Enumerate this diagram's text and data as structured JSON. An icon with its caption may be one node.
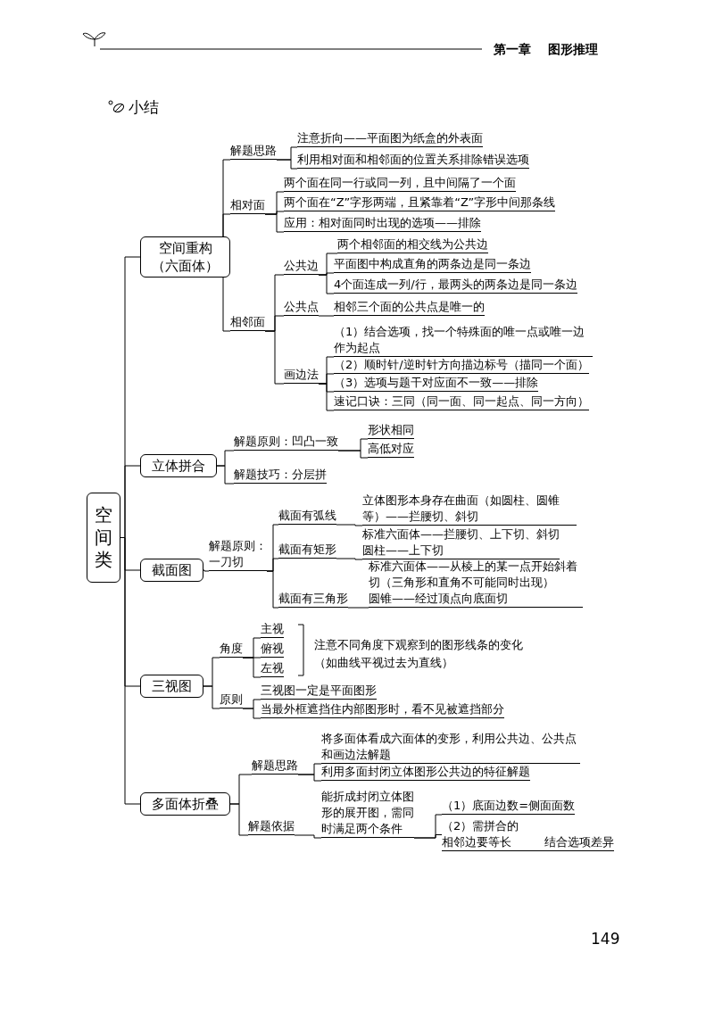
{
  "diagram": {
    "title": "小结",
    "nodes": [
      {
        "text": [
          "空间类"
        ]
      },
      {
        "text": [
          "空间重构（六面体）"
        ]
      },
      {
        "text": [
          "解题思路"
        ]
      },
      {
        "text": [
          "注意折向——平面图为纸盒的外表面"
        ]
      },
      {
        "text": [
          "利用相对面和相邻面的位置关系排除错误选项"
        ]
      },
      {
        "text": [
          "相对面"
        ]
      },
      {
        "text": [
          "两个面在同一行或同一列，且中间隔了一个面"
        ]
      },
      {
        "text": [
          "两个面在“Z”字形两端，且紧靠着“Z”字形中间那条线"
        ]
      },
      {
        "text": [
          "应用：相对面同时出现的选项——排除"
        ]
      },
      {
        "text": [
          "相邻面"
        ]
      },
      {
        "text": [
          "公共边"
        ]
      },
      {
        "text": [
          "两个相邻面的相交线为公共边"
        ]
      },
      {
        "text": [
          "平面图中构成直角的两条边是同一条边"
        ]
      },
      {
        "text": [
          "4个面连成一列/行，最两头的两条边是同一条边"
        ]
      },
      {
        "text": [
          "公共点"
        ]
      },
      {
        "text": [
          "相邻三个面的公共点是唯一的"
        ]
      },
      {
        "text": [
          "画边法"
        ]
      },
      {
        "text": [
          "（1）结合选项，找一个特殊面的唯一点或唯一边作为起点"
        ]
      },
      {
        "text": [
          "（2）顺时针/逆时针方向描边标号（描同一个面）"
        ]
      },
      {
        "text": [
          "（3）选项与题干对应面不一致——排除"
        ]
      },
      {
        "text": [
          "速记口诀：三同（同一面、同一起点、同一方向）"
        ]
      },
      {
        "text": [
          "立体拼合"
        ]
      },
      {
        "text": [
          "解题原则：凹凸一致"
        ]
      },
      {
        "text": [
          "形状相同"
        ]
      },
      {
        "text": [
          "高低对应"
        ]
      },
      {
        "text": [
          "解题技巧：分层拼"
        ]
      },
      {
        "text": [
          "截面图"
        ]
      },
      {
        "text": [
          "解题原则：一刀切"
        ]
      },
      {
        "text": [
          "截面有弧线"
        ]
      },
      {
        "text": [
          "立体图形本身存在曲面（如圆柱、圆锥等）——拦腰切、斜切"
        ]
      },
      {
        "text": [
          "截面有矩形"
        ]
      },
      {
        "text": [
          "标准六面体——拦腰切、上下切、斜切",
          "圆柱——上下切"
        ]
      },
      {
        "text": [
          "截面有三角形"
        ]
      },
      {
        "text": [
          "标准六面体——从棱上的某一点开始斜着切（三角形和直角不可能同时出现）",
          "圆锥——经过顶点向底面切"
        ]
      },
      {
        "text": [
          "三视图"
        ]
      },
      {
        "text": [
          "角度"
        ]
      },
      {
        "text": [
          "主视"
        ]
      },
      {
        "text": [
          "俯视"
        ]
      },
      {
        "text": [
          "左视"
        ]
      },
      {
        "text": [
          "原则"
        ]
      },
      {
        "text": [
          "三视图一定是平面图形"
        ]
      },
      {
        "text": [
          "当最外框遮挡住内部图形时，看不见被遮挡部分"
        ]
      },
      {
        "text": [
          "多面体折叠"
        ]
      },
      {
        "text": [
          "解题思路"
        ]
      },
      {
        "text": [
          "将多面体看成六面体的变形，利用公共边、公共点和画边法解题"
        ]
      },
      {
        "text": [
          "利用多面封闭立体图形公共边的特征解题"
        ]
      },
      {
        "text": [
          "解题依据"
        ]
      },
      {
        "text": [
          "能折成封闭立体图形的展开图，需同时满足两个条件"
        ]
      },
      {
        "text": [
          "（1）底面边数=侧面面数"
        ]
      },
      {
        "text": [
          "（2）需拼合的相邻边要等长",
          "结合选项差异"
        ]
      }
    ],
    "edges": [
      {
        "from": 0,
        "to": 1,
        "arrow": "none"
      },
      {
        "from": 0,
        "to": 21,
        "arrow": "none"
      },
      {
        "from": 0,
        "to": 26,
        "arrow": "none"
      },
      {
        "from": 0,
        "to": 34,
        "arrow": "none"
      },
      {
        "from": 0,
        "to": 42,
        "arrow": "none"
      },
      {
        "from": 1,
        "to": 2,
        "arrow": "none"
      },
      {
        "from": 1,
        "to": 5,
        "arrow": "none"
      },
      {
        "from": 1,
        "to": 9,
        "arrow": "none"
      },
      {
        "from": 2,
        "to": 3,
        "arrow": "none"
      },
      {
        "from": 2,
        "to": 4,
        "arrow": "none"
      },
      {
        "from": 5,
        "to": 6,
        "arrow": "none"
      },
      {
        "from": 5,
        "to": 7,
        "arrow": "none"
      },
      {
        "from": 5,
        "to": 8,
        "arrow": "none"
      },
      {
        "from": 9,
        "to": 10,
        "arrow": "none"
      },
      {
        "from": 9,
        "to": 14,
        "arrow": "none"
      },
      {
        "from": 9,
        "to": 16,
        "arrow": "none"
      },
      {
        "from": 10,
        "to": 11,
        "arrow": "none"
      },
      {
        "from": 10,
        "to": 12,
        "arrow": "none"
      },
      {
        "from": 10,
        "to": 13,
        "arrow": "none"
      },
      {
        "from": 14,
        "to": 15,
        "arrow": "none"
      },
      {
        "from": 16,
        "to": 17,
        "arrow": "none"
      },
      {
        "from": 16,
        "to": 18,
        "arrow": "none"
      },
      {
        "from": 16,
        "to": 19,
        "arrow": "none"
      },
      {
        "from": 16,
        "to": 20,
        "arrow": "none"
      },
      {
        "from": 21,
        "to": 22,
        "arrow": "none"
      },
      {
        "from": 21,
        "to": 25,
        "arrow": "none"
      },
      {
        "from": 22,
        "to": 23,
        "arrow": "none"
      },
      {
        "from": 22,
        "to": 24,
        "arrow": "none"
      },
      {
        "from": 26,
        "to": 27,
        "arrow": "none"
      },
      {
        "from": 27,
        "to": 28,
        "arrow": "none"
      },
      {
        "from": 27,
        "to": 30,
        "arrow": "none"
      },
      {
        "from": 27,
        "to": 32,
        "arrow": "none"
      },
      {
        "from": 28,
        "to": 29,
        "arrow": "none"
      },
      {
        "from": 30,
        "to": 31,
        "arrow": "none"
      },
      {
        "from": 32,
        "to": 33,
        "arrow": "none"
      },
      {
        "from": 34,
        "to": 35,
        "arrow": "none"
      },
      {
        "from": 34,
        "to": 39,
        "arrow": "none"
      },
      {
        "from": 35,
        "to": 36,
        "arrow": "none"
      },
      {
        "from": 35,
        "to": 37,
        "arrow": "none"
      },
      {
        "from": 35,
        "to": 38,
        "arrow": "none"
      },
      {
        "from": 39,
        "to": 40,
        "arrow": "none"
      },
      {
        "from": 39,
        "to": 41,
        "arrow": "none"
      },
      {
        "from": 42,
        "to": 43,
        "arrow": "none"
      },
      {
        "from": 42,
        "to": 46,
        "arrow": "none"
      },
      {
        "from": 43,
        "to": 44,
        "arrow": "none"
      },
      {
        "from": 43,
        "to": 45,
        "arrow": "none"
      },
      {
        "from": 46,
        "to": 47,
        "arrow": "none"
      },
      {
        "from": 47,
        "to": 48,
        "arrow": "none"
      },
      {
        "from": 47,
        "to": 49,
        "arrow": "none"
      }
    ],
    "labels": [
      "第一章",
      "图形推理",
      "注意不同角度下观察到的图形线条的变化（如曲线平视过去为直线）",
      "149"
    ]
  }
}
